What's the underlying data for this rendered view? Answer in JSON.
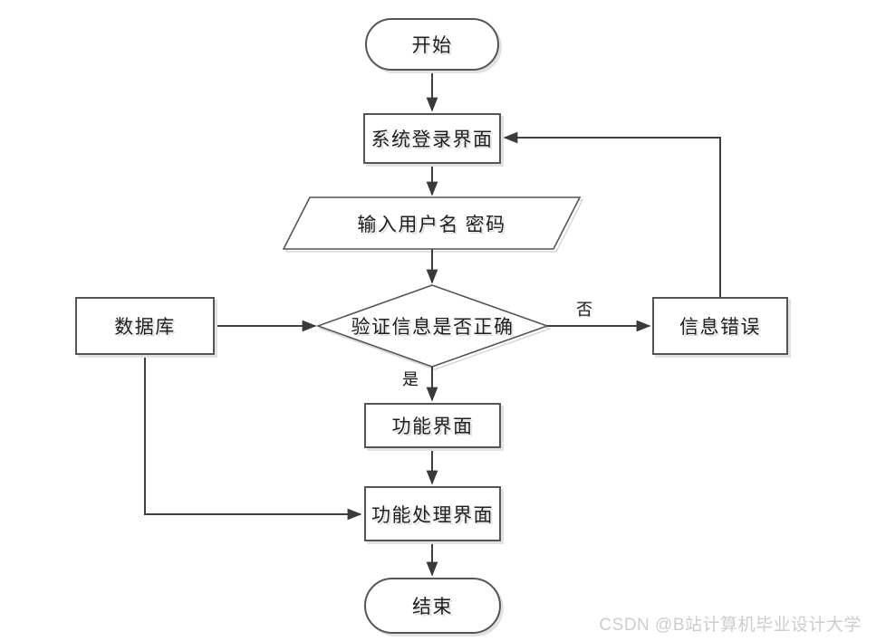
{
  "diagram": {
    "nodes": {
      "start": {
        "label": "开始",
        "shape": "terminator"
      },
      "login": {
        "label": "系统登录界面",
        "shape": "process"
      },
      "input": {
        "label": "输入用户名 密码",
        "shape": "data"
      },
      "verify": {
        "label": "验证信息是否正确",
        "shape": "decision"
      },
      "database": {
        "label": "数据库",
        "shape": "process"
      },
      "error": {
        "label": "信息错误",
        "shape": "process"
      },
      "function_ui": {
        "label": "功能界面",
        "shape": "process"
      },
      "function_process": {
        "label": "功能处理界面",
        "shape": "process"
      },
      "end": {
        "label": "结束",
        "shape": "terminator"
      }
    },
    "edge_labels": {
      "yes": "是",
      "no": "否"
    },
    "edges": [
      {
        "from": "start",
        "to": "login",
        "label": ""
      },
      {
        "from": "login",
        "to": "input",
        "label": ""
      },
      {
        "from": "input",
        "to": "verify",
        "label": ""
      },
      {
        "from": "verify",
        "to": "function_ui",
        "label": "是"
      },
      {
        "from": "verify",
        "to": "error",
        "label": "否"
      },
      {
        "from": "error",
        "to": "login",
        "label": ""
      },
      {
        "from": "database",
        "to": "verify",
        "label": ""
      },
      {
        "from": "database",
        "to": "function_process",
        "label": ""
      },
      {
        "from": "function_ui",
        "to": "function_process",
        "label": ""
      },
      {
        "from": "function_process",
        "to": "end",
        "label": ""
      }
    ]
  },
  "watermark": {
    "text": "CSDN @B站计算机毕业设计大学"
  },
  "colors": {
    "connector": "#3f3f3f",
    "shape_border": "#555555",
    "shape_fill": "#ffffff",
    "text": "#1f1f1f",
    "shadow": "#e2e2e2",
    "watermark": "#cdcdcd",
    "background": "#ffffff"
  }
}
